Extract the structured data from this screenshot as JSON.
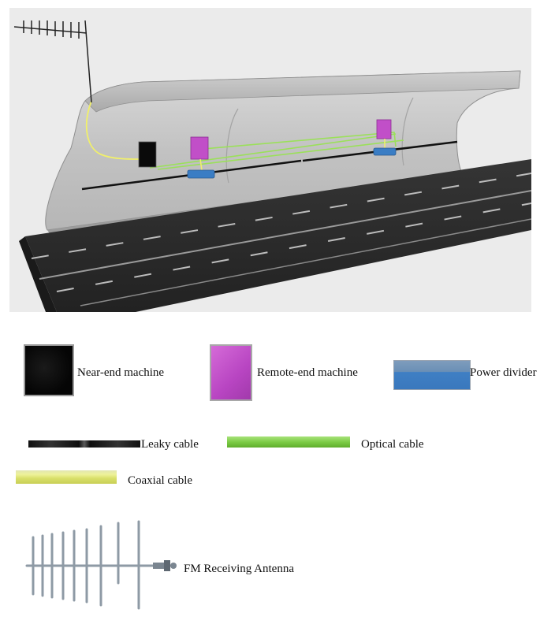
{
  "legend": {
    "near_end": "Near-end machine",
    "remote_end": "Remote-end machine",
    "power_divider": "Power divider",
    "leaky_cable": "Leaky cable",
    "optical_cable": "Optical cable",
    "coaxial_cable": "Coaxial cable",
    "fm_antenna": "FM Receiving Antenna"
  },
  "colors": {
    "near_end": "#0a0a0a",
    "remote_end": "#c14fc8",
    "power_divider": "#3a7dc4",
    "leaky_cable": "#1a1a1a",
    "optical_cable": "#7ccc46",
    "coaxial_cable": "#e3e87a",
    "tunnel": "#c7c7c7",
    "road": "#2b2b2b"
  },
  "icons": [
    "yagi-antenna-icon",
    "tunnel-illustration",
    "road-illustration"
  ]
}
